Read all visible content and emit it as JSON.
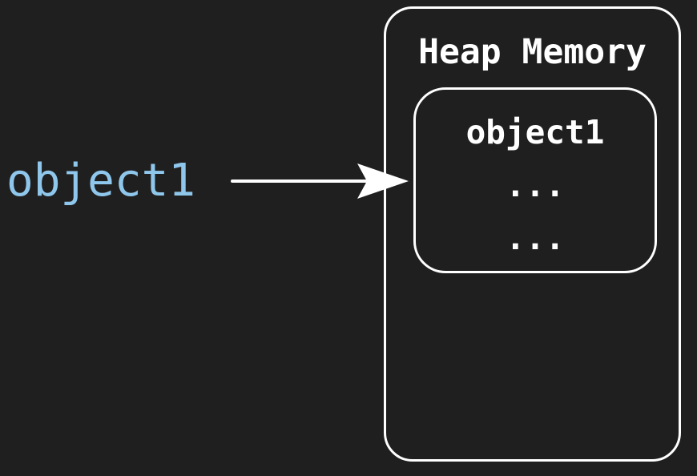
{
  "variable": {
    "name": "object1",
    "color": "#8fc7ec"
  },
  "heap": {
    "title": "Heap Memory",
    "object": {
      "name": "object1",
      "fields": [
        "...",
        "..."
      ]
    }
  },
  "colors": {
    "background": "#1f1f1f",
    "foreground": "#ffffff"
  }
}
